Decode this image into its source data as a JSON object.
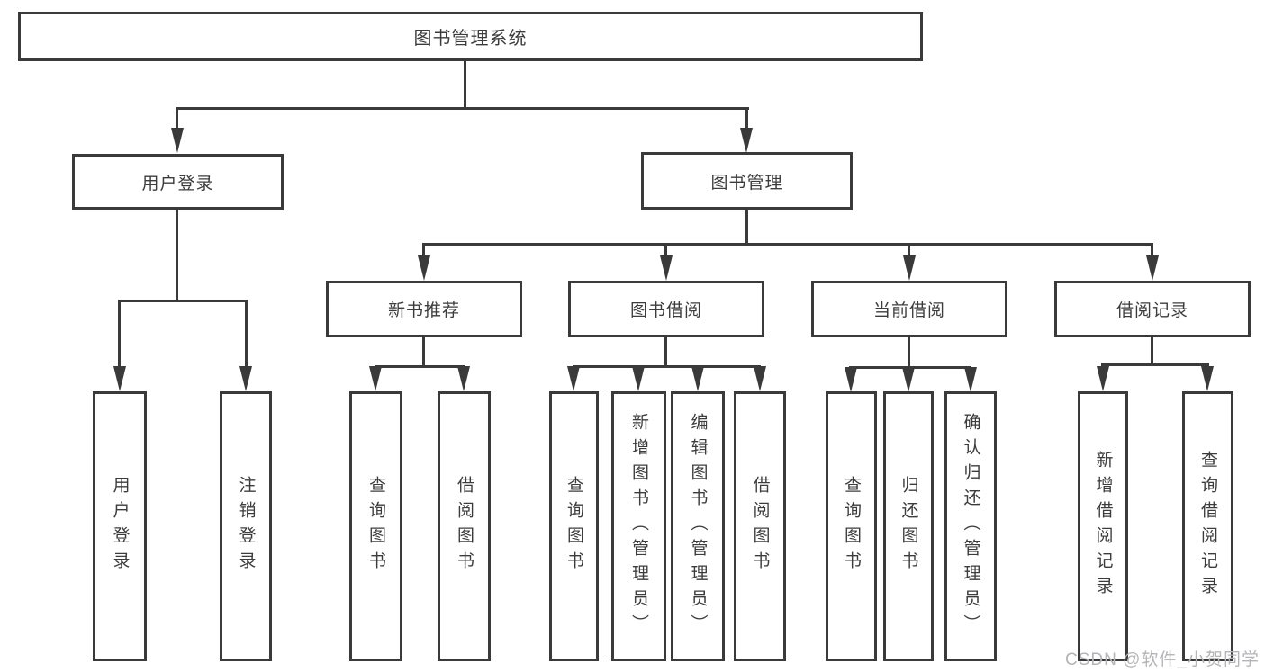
{
  "tree": {
    "label": "图书管理系统",
    "children": [
      {
        "label": "用户登录",
        "children": [
          {
            "label": "用户登录"
          },
          {
            "label": "注销登录"
          }
        ]
      },
      {
        "label": "图书管理",
        "children": [
          {
            "label": "新书推荐",
            "children": [
              {
                "label": "查询图书"
              },
              {
                "label": "借阅图书"
              }
            ]
          },
          {
            "label": "图书借阅",
            "children": [
              {
                "label": "查询图书"
              },
              {
                "label": "新增图书（管理员）"
              },
              {
                "label": "编辑图书（管理员）"
              },
              {
                "label": "借阅图书"
              }
            ]
          },
          {
            "label": "当前借阅",
            "children": [
              {
                "label": "查询图书"
              },
              {
                "label": "归还图书"
              },
              {
                "label": "确认归还（管理员）"
              }
            ]
          },
          {
            "label": "借阅记录",
            "children": [
              {
                "label": "新增借阅记录"
              },
              {
                "label": "查询借阅记录"
              }
            ]
          }
        ]
      }
    ]
  },
  "watermark": "CSDN @软件_小贺同学",
  "colors": {
    "line": "#3a3a3a",
    "text": "#3c3c3c",
    "watermark": "#b5b5b9",
    "background": "#ffffff"
  }
}
